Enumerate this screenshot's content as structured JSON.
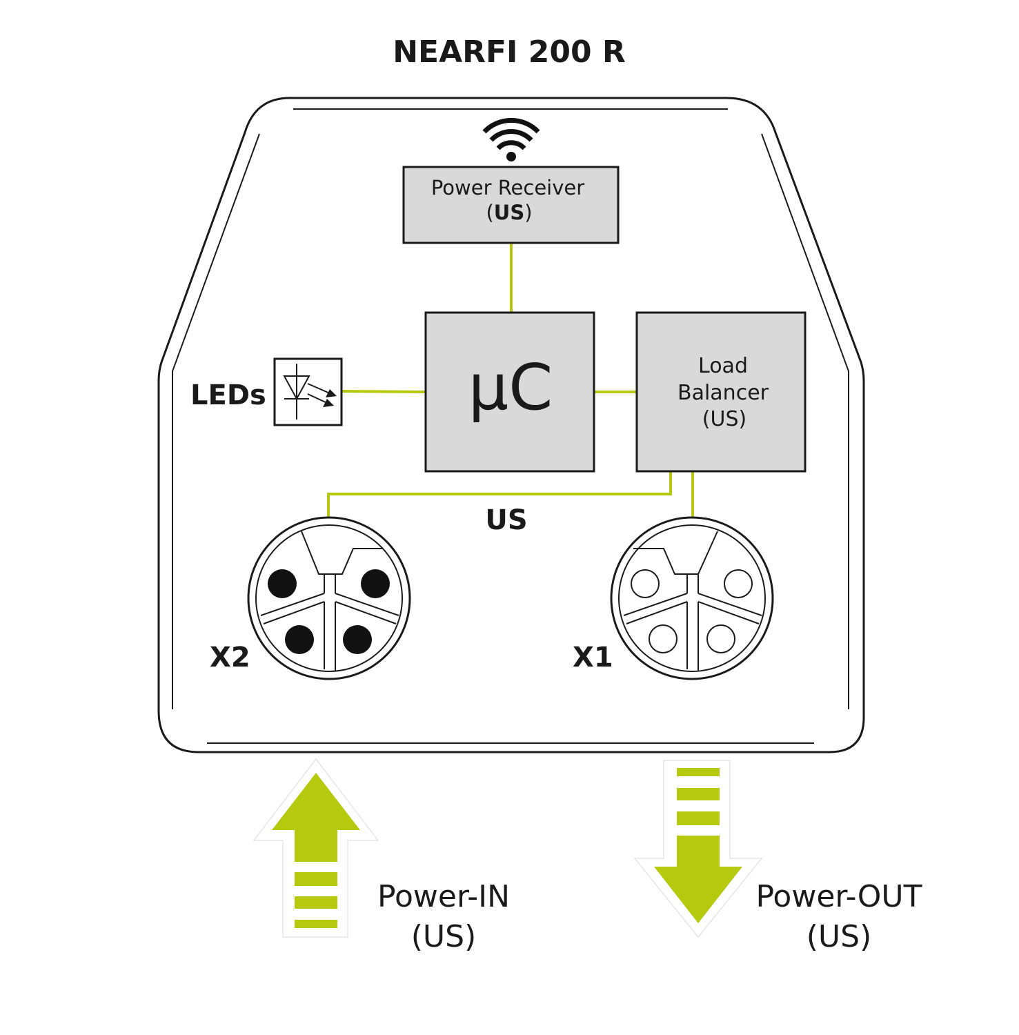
{
  "title": "NEARFI 200 R",
  "power_receiver": {
    "line1": "Power Receiver",
    "line2_open": "(",
    "line2_bold": "US",
    "line2_close": ")"
  },
  "microcontroller": {
    "label": "µC"
  },
  "load_balancer": {
    "line1": "Load",
    "line2": "Balancer",
    "line3": "(US)"
  },
  "leds": {
    "label": "LEDs"
  },
  "bus": {
    "label": "US"
  },
  "connector_x2": {
    "label": "X2"
  },
  "connector_x1": {
    "label": "X1"
  },
  "power_in": {
    "line1": "Power-IN",
    "line2": "(US)"
  },
  "power_out": {
    "line1": "Power-OUT",
    "line2": "(US)"
  },
  "colors": {
    "accent": "#b5c90f",
    "box_fill": "#d9d9d9",
    "stroke": "#1a1a1a"
  }
}
